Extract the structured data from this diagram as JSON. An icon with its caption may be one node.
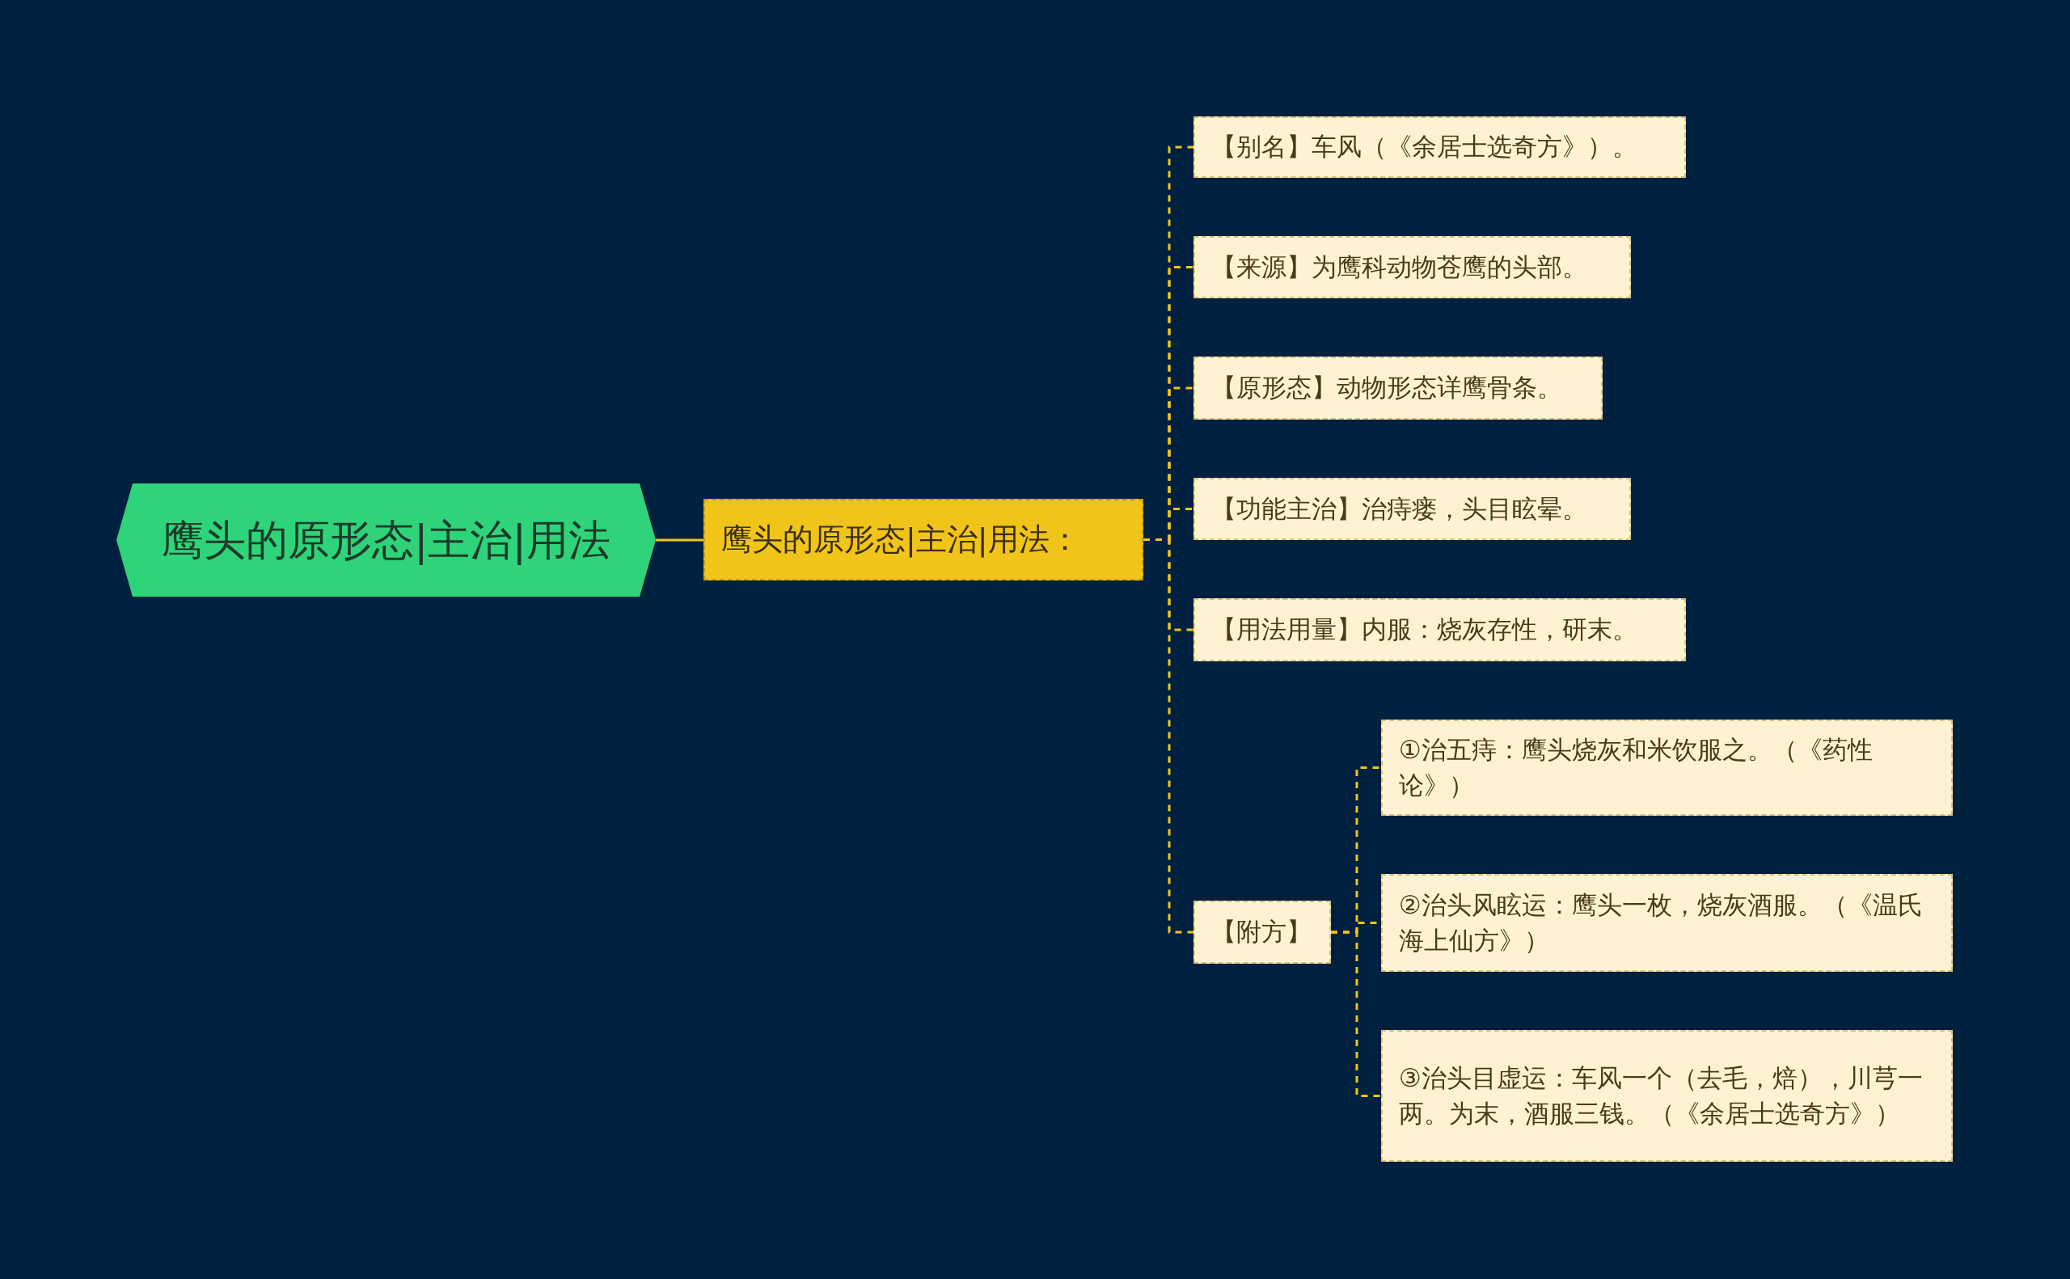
{
  "diagram": {
    "nodes": [
      {
        "text": [
          "鹰头的原形态|主治|用法"
        ]
      },
      {
        "text": [
          "鹰头的原形态|主治|用法："
        ]
      },
      {
        "text": [
          "【别名】车风（《余居士选奇方》）。"
        ]
      },
      {
        "text": [
          "【来源】为鹰科动物苍鹰的头部。"
        ]
      },
      {
        "text": [
          "【原形态】动物形态详鹰骨条。"
        ]
      },
      {
        "text": [
          "【功能主治】治痔瘘，头目眩晕。"
        ]
      },
      {
        "text": [
          "【用法用量】内服：烧灰存性，研末。"
        ]
      },
      {
        "text": [
          "【附方】"
        ]
      },
      {
        "text": [
          "①治五痔：鹰头烧灰和米饮服之。（《药性论》）"
        ]
      },
      {
        "text": [
          "②治头风眩运：鹰头一枚，烧灰酒服。（《温氏海上仙方》）"
        ]
      },
      {
        "text": [
          "③治头目虚运：车风一个（去毛，焙），川芎一两。为末，酒服三钱。（《余居士选奇方》）"
        ]
      }
    ],
    "edges": [
      {
        "from": 0,
        "to": 1,
        "arrow": "none"
      },
      {
        "from": 1,
        "to": 2,
        "arrow": "none",
        "style": "dashed"
      },
      {
        "from": 1,
        "to": 3,
        "arrow": "none",
        "style": "dashed"
      },
      {
        "from": 1,
        "to": 4,
        "arrow": "none",
        "style": "dashed"
      },
      {
        "from": 1,
        "to": 5,
        "arrow": "none",
        "style": "dashed"
      },
      {
        "from": 1,
        "to": 6,
        "arrow": "none",
        "style": "dashed"
      },
      {
        "from": 1,
        "to": 7,
        "arrow": "none",
        "style": "dashed"
      },
      {
        "from": 7,
        "to": 8,
        "arrow": "none",
        "style": "dashed"
      },
      {
        "from": 7,
        "to": 9,
        "arrow": "none",
        "style": "dashed"
      },
      {
        "from": 7,
        "to": 10,
        "arrow": "none",
        "style": "dashed"
      }
    ]
  }
}
